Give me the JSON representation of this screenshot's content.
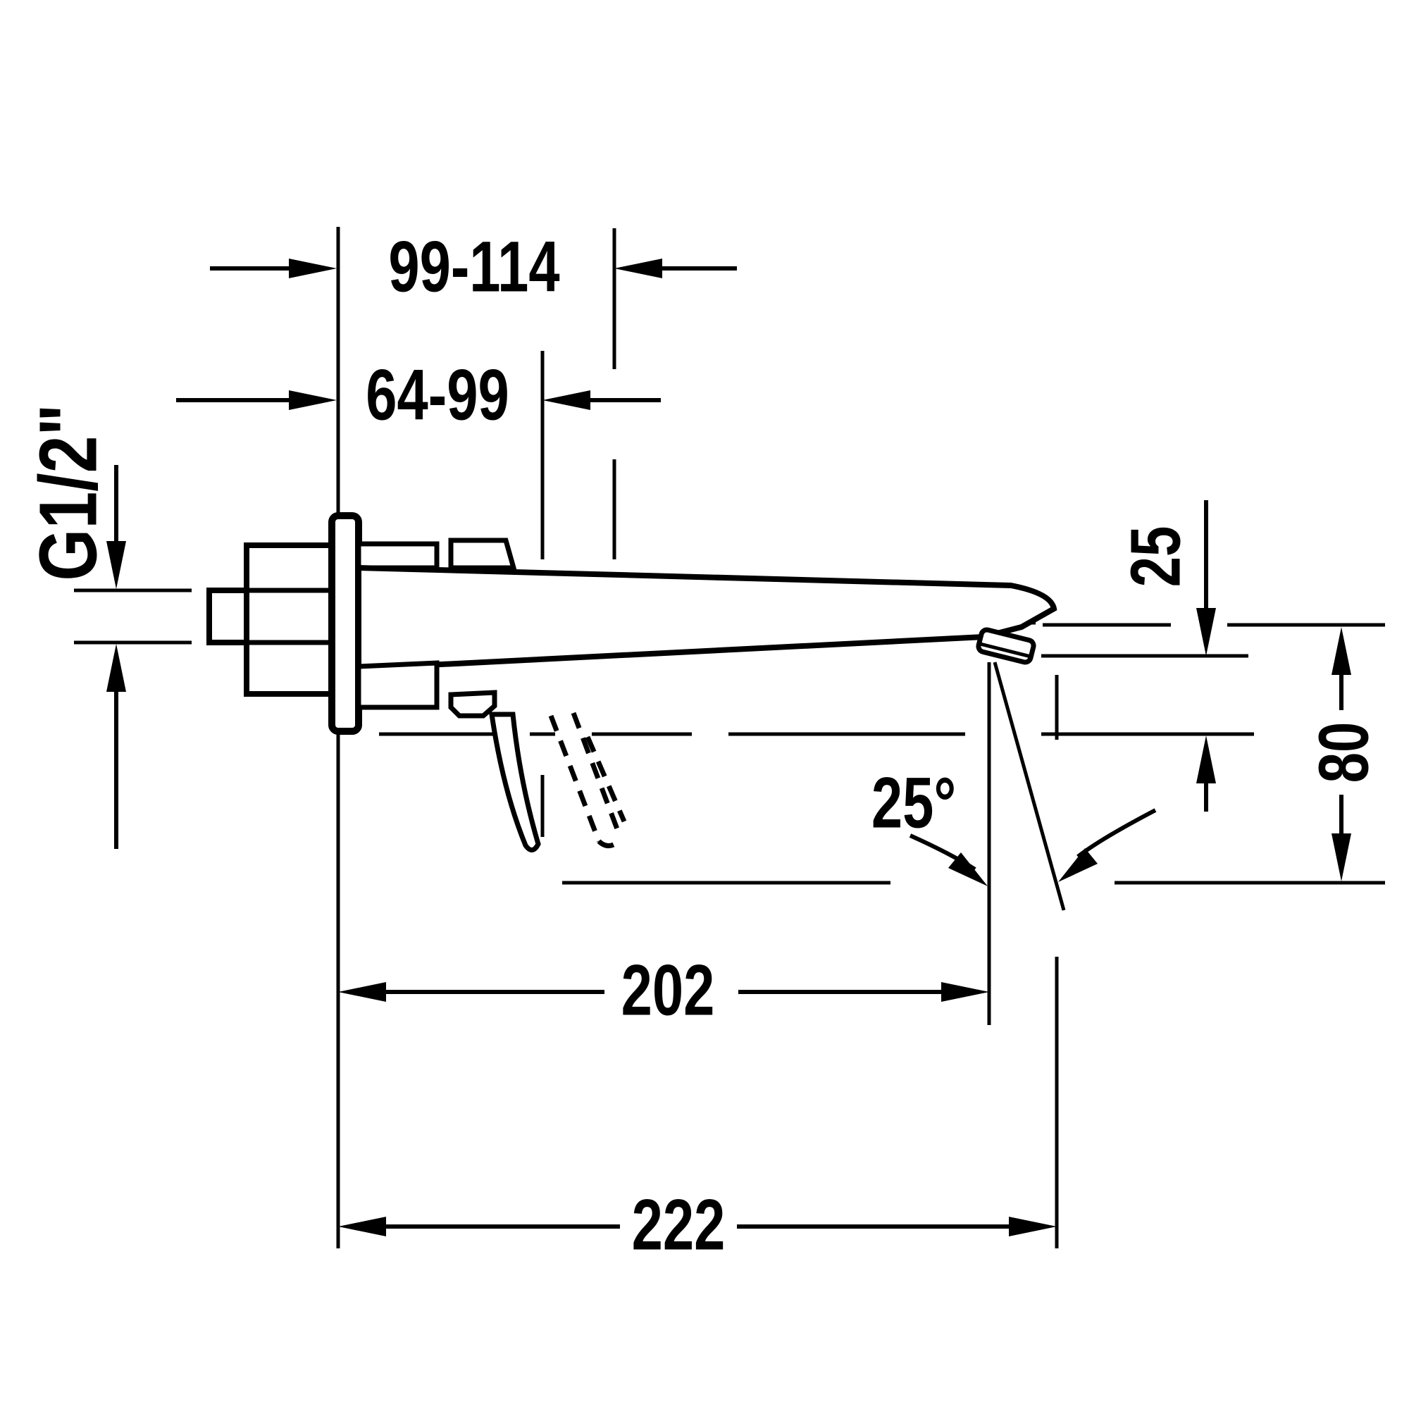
{
  "drawing": {
    "kind": "technical-dimension-drawing",
    "subject": "wall-mounted single-lever basin faucet, side elevation",
    "units": "mm",
    "ink_color": "#000000",
    "background_color": "#ffffff",
    "labels": {
      "top_range": "99-114",
      "mid_range": "64-99",
      "thread": "G1/2\"",
      "drop": "25",
      "height": "80",
      "angle": "25°",
      "projection": "202",
      "total": "222"
    }
  }
}
